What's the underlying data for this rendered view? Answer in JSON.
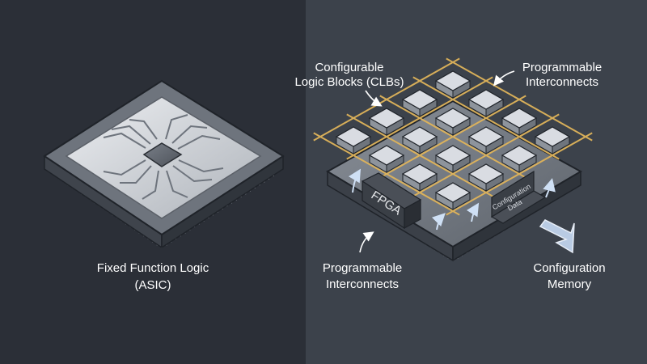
{
  "asic": {
    "label_line1": "Fixed Function Logic",
    "label_line2": "(ASIC)"
  },
  "fpga": {
    "chip_label": "FPGA",
    "config_block_line1": "Configuration",
    "config_block_line2": "Data",
    "callout_clb_line1": "Configurable",
    "callout_clb_line2": "Logic Blocks (CLBs)",
    "callout_interconnect_top_line1": "Programmable",
    "callout_interconnect_top_line2": "Interconnects",
    "callout_interconnect_bottom_line1": "Programmable",
    "callout_interconnect_bottom_line2": "Interconnects",
    "callout_memory_line1": "Configuration",
    "callout_memory_line2": "Memory"
  },
  "colors": {
    "left_background": "#2b2f37",
    "right_background": "#3c424b",
    "interconnect_wire": "#e0b45a",
    "clb_block": "#d9dce2"
  }
}
